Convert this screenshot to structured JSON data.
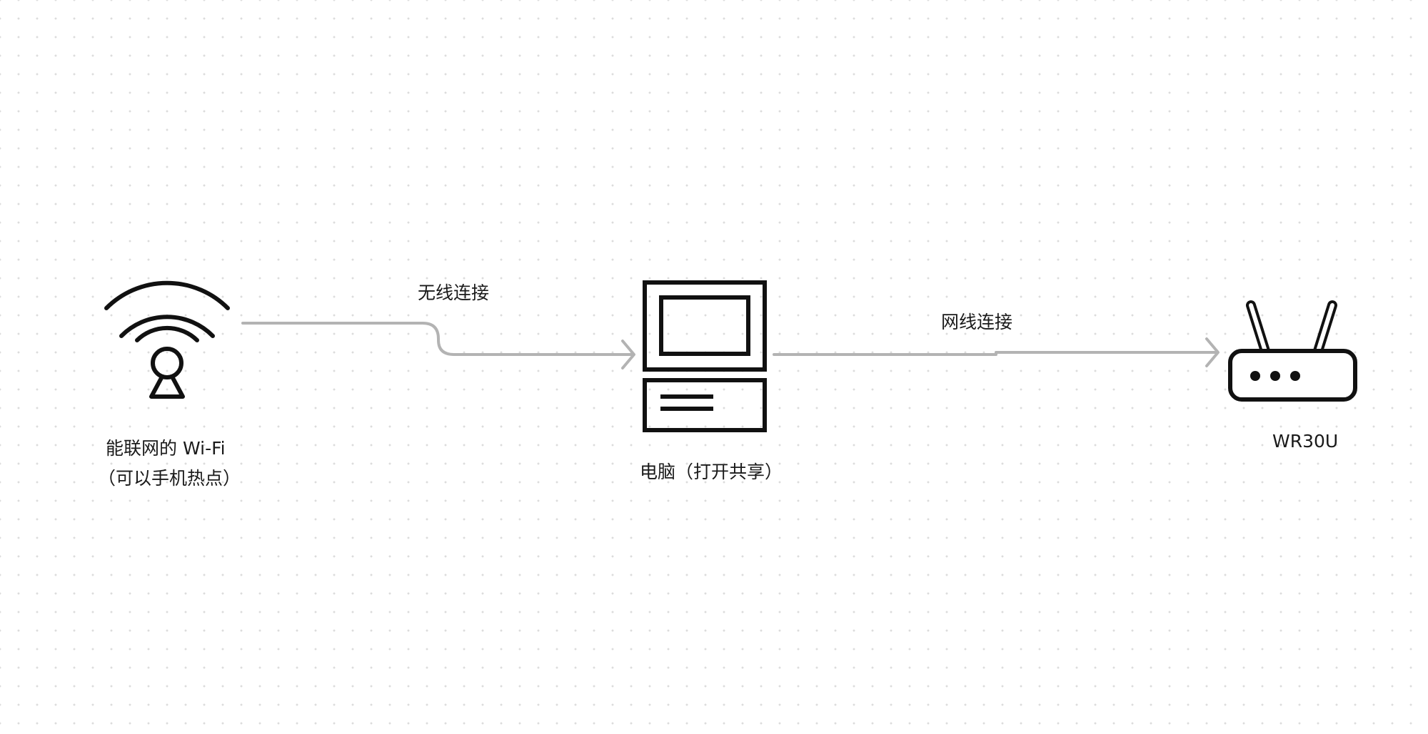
{
  "nodes": {
    "wifi": {
      "icon": "wifi-hotspot-icon",
      "label_line1": "能联网的 Wi-Fi",
      "label_line2": "（可以手机热点）"
    },
    "computer": {
      "icon": "desktop-computer-icon",
      "label": "电脑（打开共享）"
    },
    "router": {
      "icon": "router-icon",
      "label": "WR30U"
    }
  },
  "edges": {
    "wifi_to_computer": {
      "label": "无线连接"
    },
    "computer_to_router": {
      "label": "网线连接"
    }
  },
  "colors": {
    "connector": "#b3b3b3",
    "icon_stroke": "#111111",
    "text": "#1a1a1a",
    "grid_dot": "#dcdcdc"
  }
}
